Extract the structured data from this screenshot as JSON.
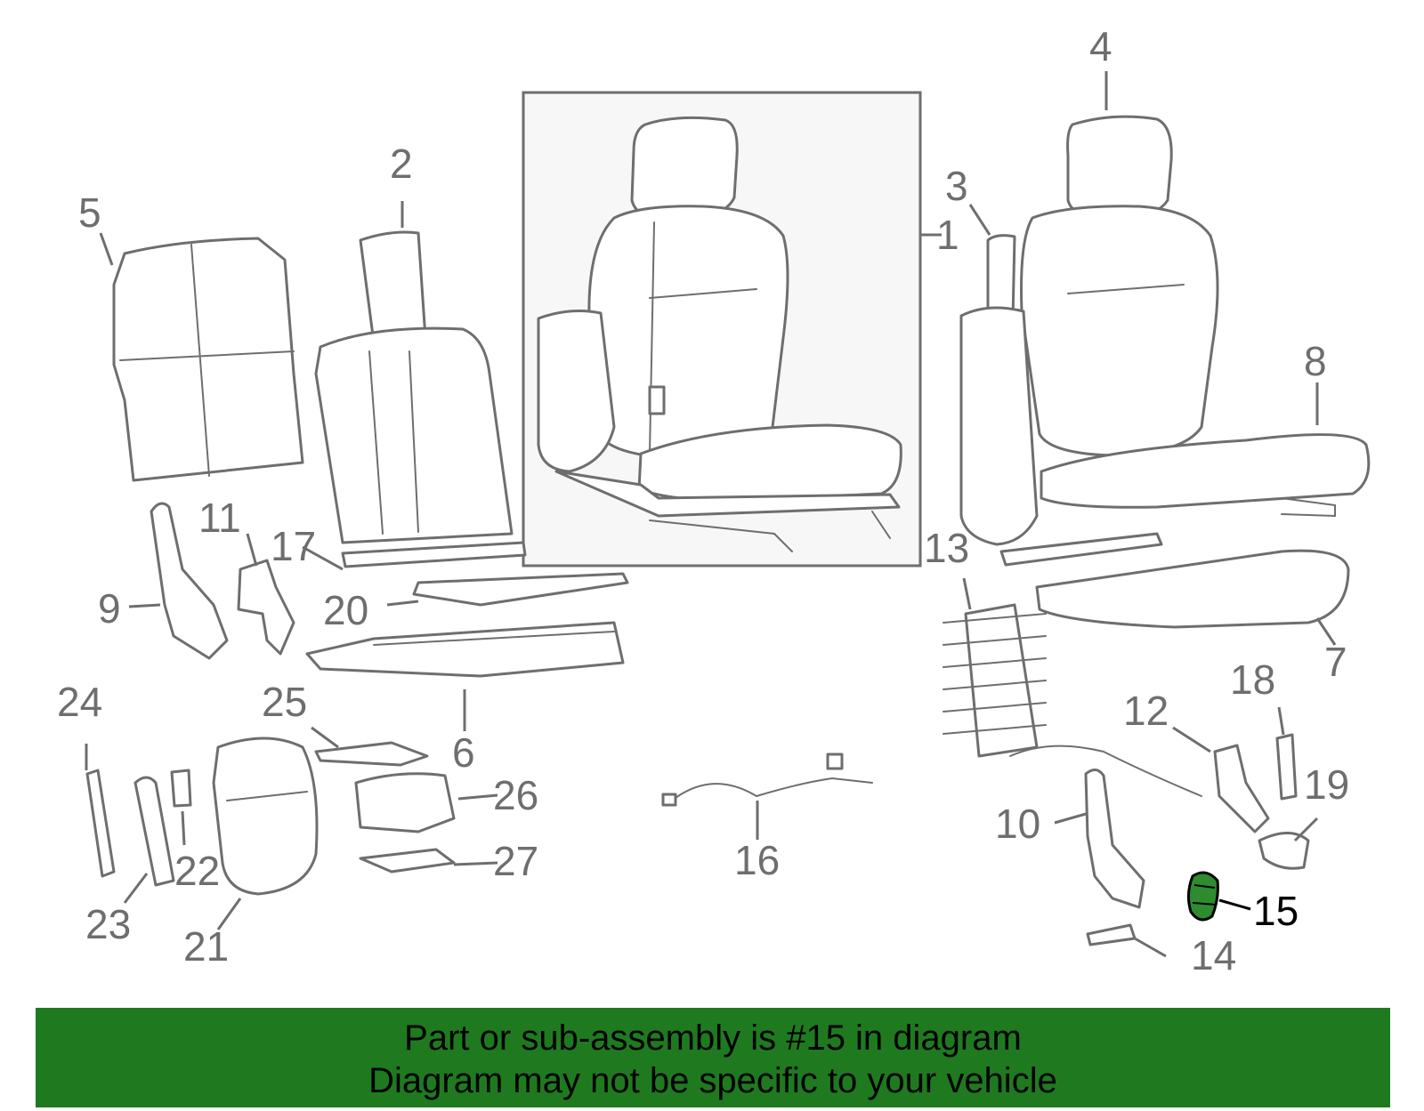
{
  "colors": {
    "line": "#6e6e6e",
    "highlight_part": "#2e8b2e",
    "footer_bg": "#1f7a1f",
    "inset_bg": "#f7f7f7"
  },
  "highlighted_part": "15",
  "callouts": [
    "1",
    "2",
    "3",
    "4",
    "5",
    "6",
    "7",
    "8",
    "9",
    "10",
    "11",
    "12",
    "13",
    "14",
    "15",
    "16",
    "17",
    "18",
    "19",
    "20",
    "21",
    "22",
    "23",
    "24",
    "25",
    "26",
    "27"
  ],
  "footer": {
    "line1": "Part or sub-assembly is #15 in diagram",
    "line2": "Diagram may not be specific to your vehicle"
  }
}
